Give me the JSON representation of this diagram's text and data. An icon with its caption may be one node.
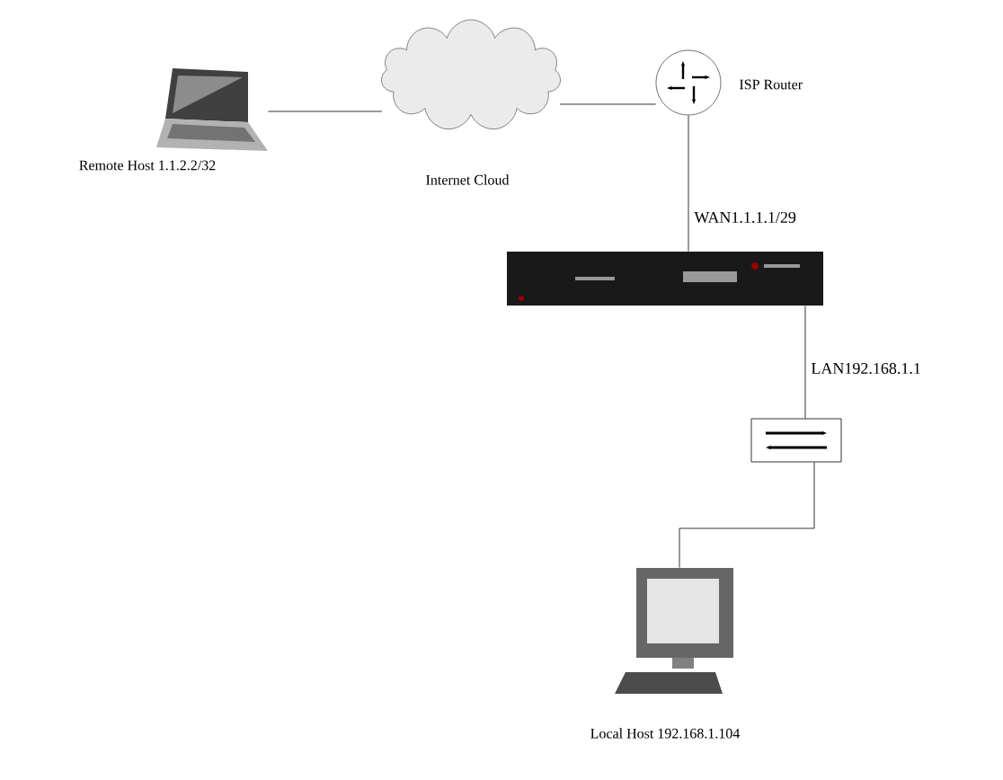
{
  "diagram": {
    "nodes": [
      {
        "text": [],
        "shape": "picture",
        "beside": [
          "Remote Host 1.1.2.2/32"
        ]
      },
      {
        "text": [],
        "shape": "cloud",
        "beside": [
          "Internet Cloud"
        ]
      },
      {
        "text": [],
        "shape": "circle",
        "beside": [
          "ISP Router"
        ]
      },
      {
        "text": [],
        "shape": "picture"
      },
      {
        "text": [],
        "shape": "box"
      },
      {
        "text": [],
        "shape": "picture",
        "beside": [
          "Local Host  192.168.1.104"
        ]
      }
    ],
    "edges": [
      {
        "from": 0,
        "to": 1,
        "arrow": "none"
      },
      {
        "from": 1,
        "to": 2,
        "arrow": "none"
      },
      {
        "from": 2,
        "to": 3,
        "arrow": "none",
        "label": "WAN1.1.1.1/29"
      },
      {
        "from": 3,
        "to": 4,
        "arrow": "none",
        "label": "LAN192.168.1.1"
      },
      {
        "from": 4,
        "to": 5,
        "arrow": "none"
      }
    ]
  }
}
